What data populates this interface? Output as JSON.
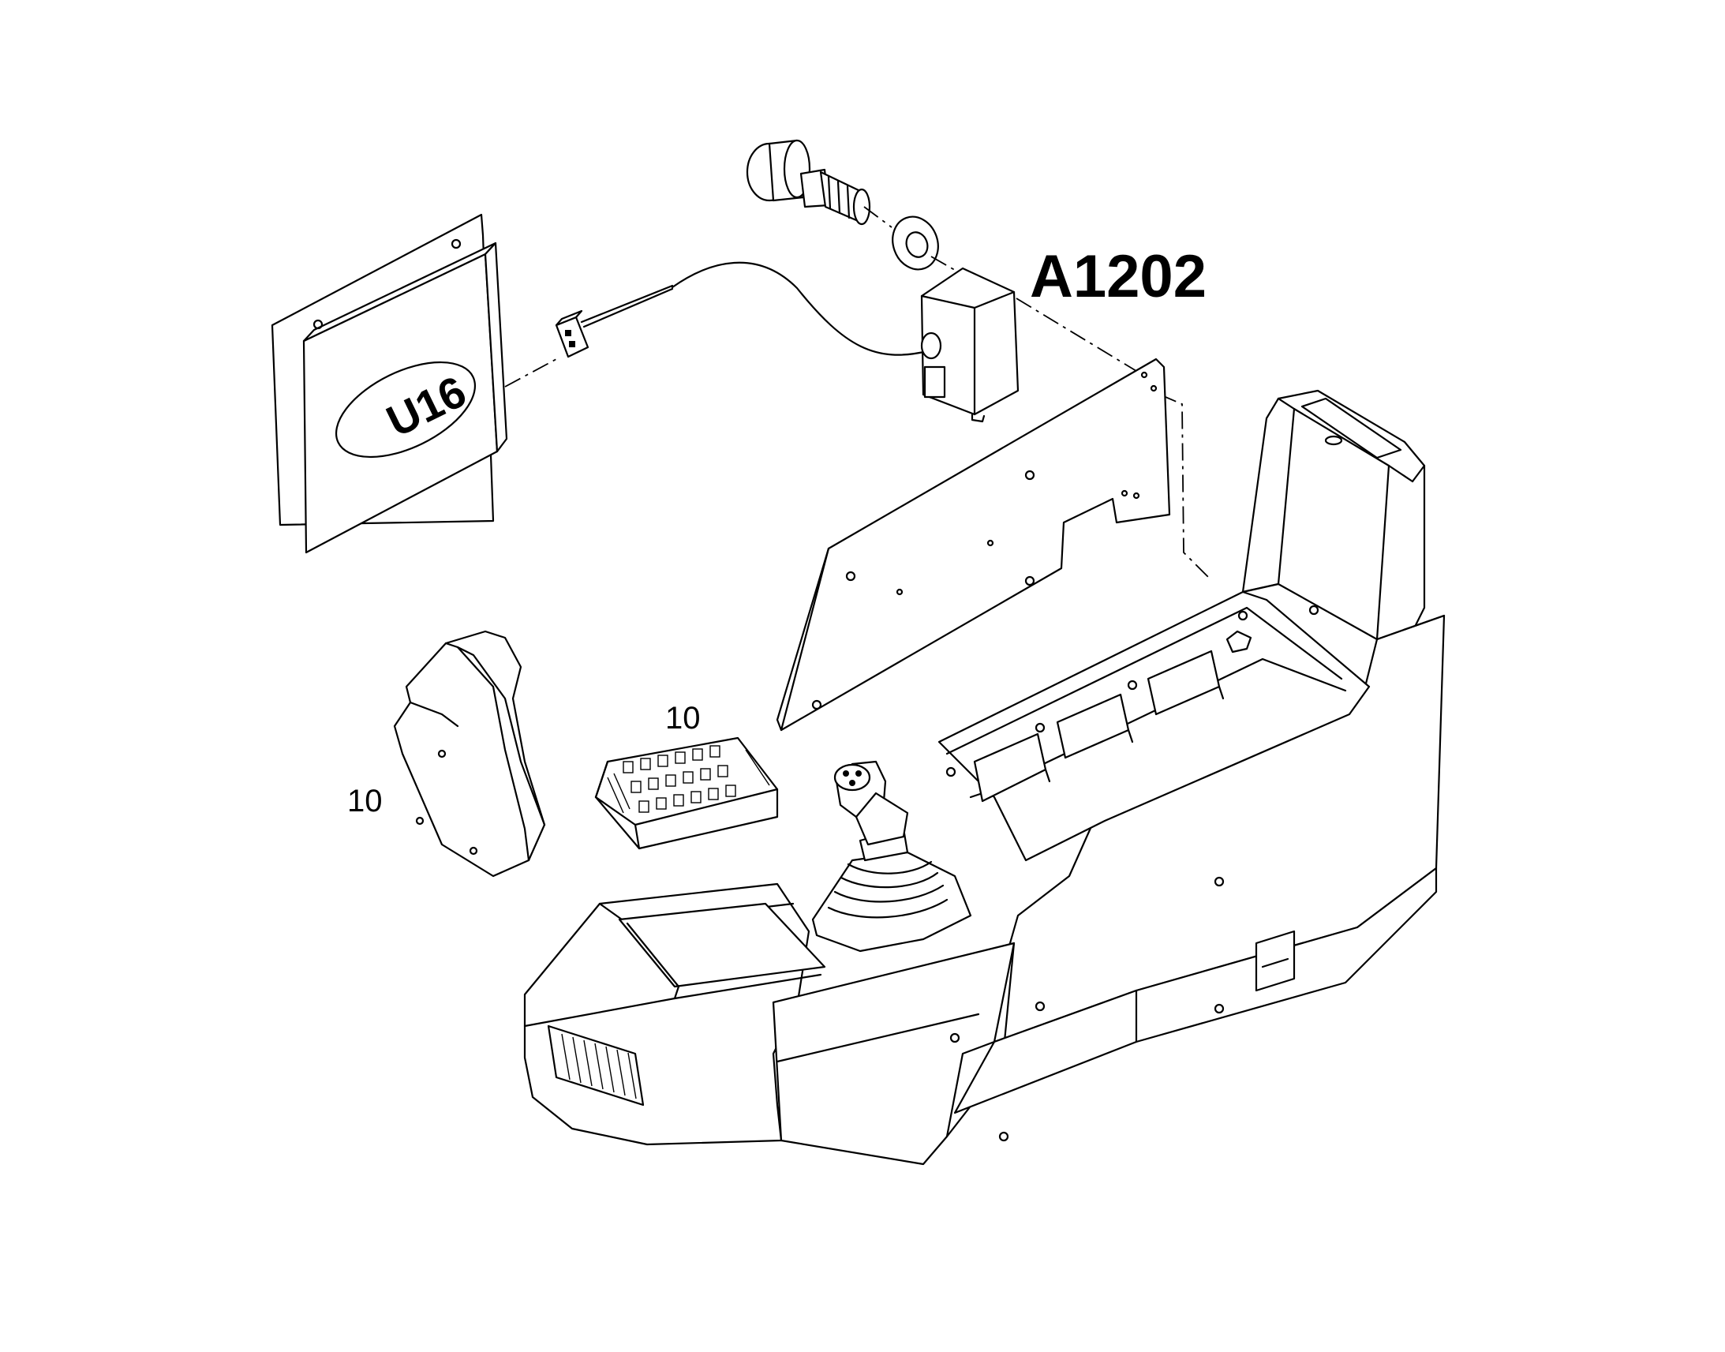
{
  "labels": {
    "assembly_code": "A1202",
    "module_code": "U16",
    "item_cover": "10",
    "item_switch_block": "10"
  },
  "colors": {
    "line": "#000000",
    "background": "#ffffff"
  }
}
